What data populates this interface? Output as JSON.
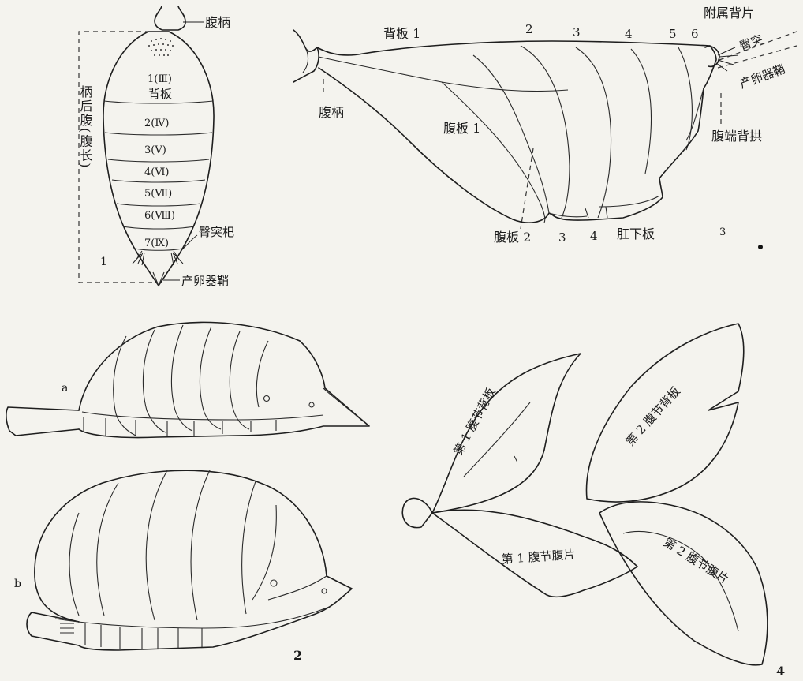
{
  "fig1": {
    "label_petiole": "腹柄",
    "label_gaster": "柄后腹(腹长)",
    "label_terga": "背板",
    "segments": [
      "1(Ⅲ)",
      "2(Ⅳ)",
      "3(Ⅴ)",
      "4(Ⅵ)",
      "5(Ⅶ)",
      "6(Ⅷ)",
      "7(Ⅸ)"
    ],
    "label_pygostyle": "臀突𣏌",
    "label_ovipositor_sheath": "产卵器鞘",
    "number": "1"
  },
  "fig3": {
    "label_tergite1": "背板 1",
    "tergite_numbers": [
      "2",
      "3",
      "4",
      "5",
      "6"
    ],
    "label_accessory_tergite": "附属背片",
    "label_cercus": "臀突",
    "label_ovipositor_sheath": "产卵器鞘",
    "label_petiole": "腹柄",
    "label_sternite1": "腹板 1",
    "label_apical_arch": "腹端背拱",
    "label_sternite2": "腹板 2",
    "sternite_numbers": [
      "3",
      "4"
    ],
    "label_hypopygium": "肛下板",
    "number": "3"
  },
  "fig2": {
    "label_a": "a",
    "label_b": "b",
    "number": "2"
  },
  "fig4": {
    "label_t1": "第 1 腹节背板",
    "label_t2": "第 2 腹节背板",
    "label_s1": "第 1 腹节腹片",
    "label_s2": "第 2 腹节腹片",
    "number": "4"
  }
}
